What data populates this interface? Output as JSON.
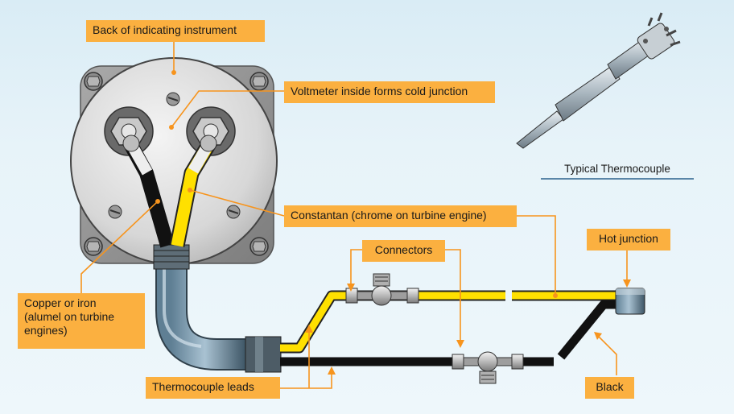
{
  "labels": {
    "back_instrument": "Back of indicating instrument",
    "voltmeter": "Voltmeter inside forms cold junction",
    "constantan": "Constantan (chrome on turbine engine)",
    "connectors": "Connectors",
    "hot_junction": "Hot junction",
    "copper_line1": "Copper or iron",
    "copper_line2": "(alumel on turbine",
    "copper_line3": "engines)",
    "thermocouple_leads": "Thermocouple leads",
    "black": "Black"
  },
  "caption": "Typical Thermocouple",
  "colors": {
    "label_fill": "#fbb040",
    "leader_line": "#f7941d",
    "yellow_lead": "#ffe000",
    "black_lead": "#1a1a1a",
    "background": "#e3f1f8"
  }
}
